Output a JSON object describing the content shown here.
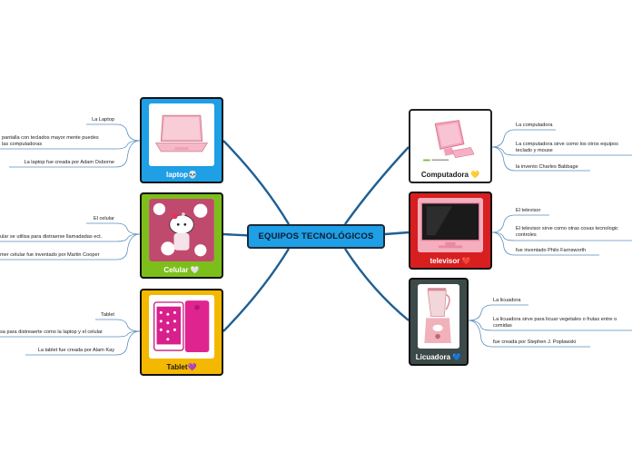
{
  "center": {
    "title": "EQUIPOS TECNOLÓGICOS"
  },
  "left_nodes": [
    {
      "id": "laptop",
      "caption": "laptop💀",
      "color": "#1e9fe6",
      "leaves": [
        "La Laptop",
        "pantalla con teclados mayor mente puedes",
        "las computadoras",
        "La laptop fue creada por Adam Osborne"
      ]
    },
    {
      "id": "celular",
      "caption": "Celular 🤍",
      "color": "#7cbf1a",
      "leaves": [
        "El celular",
        "ular se utilisa para distraerse llamadadas ect.",
        "mer celular fue inventado por Martin Cooper"
      ]
    },
    {
      "id": "tablet",
      "caption": "Tablet💜",
      "color": "#f5b800",
      "leaves": [
        "Tablet",
        "sa para distreaerte como la laptop y el celular",
        "La tablet fue creada por Alam Kay"
      ]
    }
  ],
  "right_nodes": [
    {
      "id": "computadora",
      "caption": "Computadora 💛",
      "color": "#ffffff",
      "leaves": [
        "La computadora",
        "La computadora sirve como los otros equipos",
        "teclado y mouse",
        "la invento Charles Babbage"
      ]
    },
    {
      "id": "televisor",
      "caption": "televisor ❤️",
      "color": "#d81f1f",
      "leaves": [
        "El televisor",
        "El televisor sirve como otras cosas tecnologic",
        "controles",
        "fue inventado Philo Farnsworth"
      ]
    },
    {
      "id": "licuadora",
      "caption": "Licuadora 💙",
      "color": "#3d4a4a",
      "leaves": [
        "La licuadora",
        "La licuadora sirve para licuar vegetales o frutas entre o",
        "comidas",
        "fue creada  por Stephen J. Poplawski"
      ]
    }
  ]
}
